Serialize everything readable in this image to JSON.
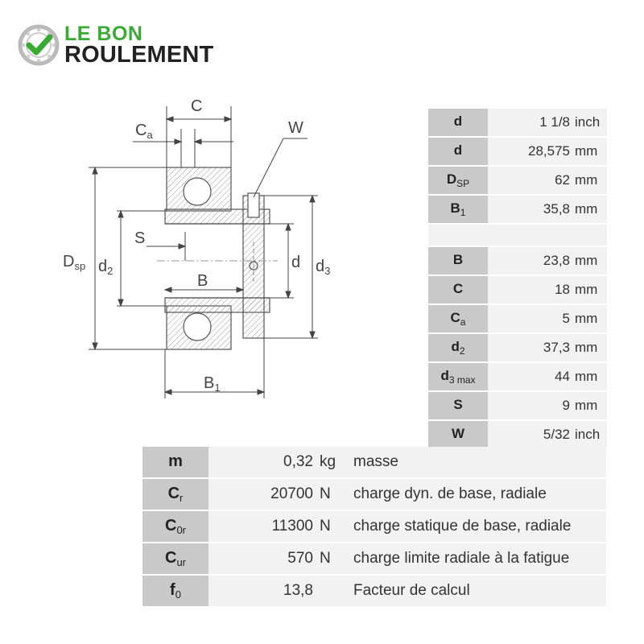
{
  "brand": {
    "line1": "LE BON",
    "line2": "ROULEMENT",
    "accent": "#3aaa35"
  },
  "drawing": {
    "labels": {
      "C": "C",
      "Ca_main": "C",
      "Ca_sub": "a",
      "W": "W",
      "S": "S",
      "B": "B",
      "B1_main": "B",
      "B1_sub": "1",
      "Dsp_main": "D",
      "Dsp_sub": "sp",
      "d2_main": "d",
      "d2_sub": "2",
      "d": "d",
      "d3_main": "d",
      "d3_sub": "3"
    }
  },
  "dimensions": [
    {
      "key": "d",
      "sub": "",
      "value": "1 1/8",
      "unit": "inch"
    },
    {
      "key": "d",
      "sub": "",
      "value": "28,575",
      "unit": "mm"
    },
    {
      "key": "D",
      "sub": "SP",
      "value": "62",
      "unit": "mm"
    },
    {
      "key": "B",
      "sub": "1",
      "value": "35,8",
      "unit": "mm"
    },
    {
      "key": "B",
      "sub": "",
      "value": "23,8",
      "unit": "mm"
    },
    {
      "key": "C",
      "sub": "",
      "value": "18",
      "unit": "mm"
    },
    {
      "key": "C",
      "sub": "a",
      "value": "5",
      "unit": "mm"
    },
    {
      "key": "d",
      "sub": "2",
      "value": "37,3",
      "unit": "mm"
    },
    {
      "key": "d",
      "sub": "3 max",
      "value": "44",
      "unit": "mm"
    },
    {
      "key": "S",
      "sub": "",
      "value": "9",
      "unit": "mm"
    },
    {
      "key": "W",
      "sub": "",
      "value": "5/32",
      "unit": "inch"
    }
  ],
  "properties": [
    {
      "key": "m",
      "sub": "",
      "value": "0,32",
      "unit": "kg",
      "desc": "masse"
    },
    {
      "key": "C",
      "sub": "r",
      "value": "20700",
      "unit": "N",
      "desc": "charge dyn. de base, radiale"
    },
    {
      "key": "C",
      "sub": "0r",
      "value": "11300",
      "unit": "N",
      "desc": "charge statique de base, radiale"
    },
    {
      "key": "C",
      "sub": "ur",
      "value": "570",
      "unit": "N",
      "desc": "charge limite radiale à la fatigue"
    },
    {
      "key": "f",
      "sub": "0",
      "value": "13,8",
      "unit": "",
      "desc": "Facteur de calcul"
    }
  ]
}
